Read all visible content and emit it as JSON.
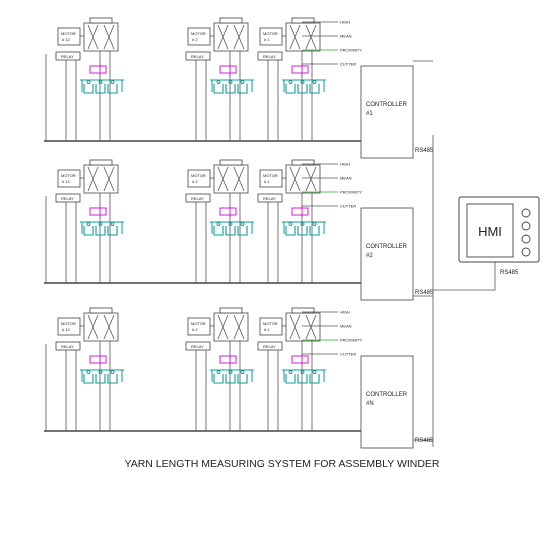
{
  "title": "YARN LENGTH MEASURING SYSTEM FOR ASSEMBLY WINDER",
  "hmi": {
    "label": "HMI",
    "link_label": "RS485"
  },
  "colors": {
    "sensor": "#cc22cc",
    "head": "#119999",
    "signal": "#22aa22",
    "line": "#555555"
  },
  "rows": [
    {
      "controller": {
        "label": "CONTROLLER",
        "number": "#1"
      },
      "bus_label": "RS485",
      "units": [
        {
          "motor": "MOTOR",
          "number": "# 12",
          "relay": "RELAY"
        },
        {
          "motor": "MOTOR",
          "number": "# 2",
          "relay": "RELAY"
        },
        {
          "motor": "MOTOR",
          "number": "# 1",
          "relay": "RELAY",
          "signals": [
            "HIGH",
            "MEAN",
            "PROXIMITY",
            "CUTTER"
          ]
        }
      ]
    },
    {
      "controller": {
        "label": "CONTROLLER",
        "number": "#2"
      },
      "bus_label": "RS485",
      "units": [
        {
          "motor": "MOTOR",
          "number": "# 12",
          "relay": "RELAY"
        },
        {
          "motor": "MOTOR",
          "number": "# 2",
          "relay": "RELAY"
        },
        {
          "motor": "MOTOR",
          "number": "# 1",
          "relay": "RELAY",
          "signals": [
            "HIGH",
            "MEAN",
            "PROXIMITY",
            "CUTTER"
          ]
        }
      ]
    },
    {
      "controller": {
        "label": "CONTROLLER",
        "number": "#N"
      },
      "bus_label": "RS485",
      "units": [
        {
          "motor": "MOTOR",
          "number": "# 12",
          "relay": "RELAY"
        },
        {
          "motor": "MOTOR",
          "number": "# 2",
          "relay": "RELAY"
        },
        {
          "motor": "MOTOR",
          "number": "# 1",
          "relay": "RELAY",
          "signals": [
            "HIGH",
            "MEAN",
            "PROXIMITY",
            "CUTTER"
          ]
        }
      ]
    }
  ]
}
